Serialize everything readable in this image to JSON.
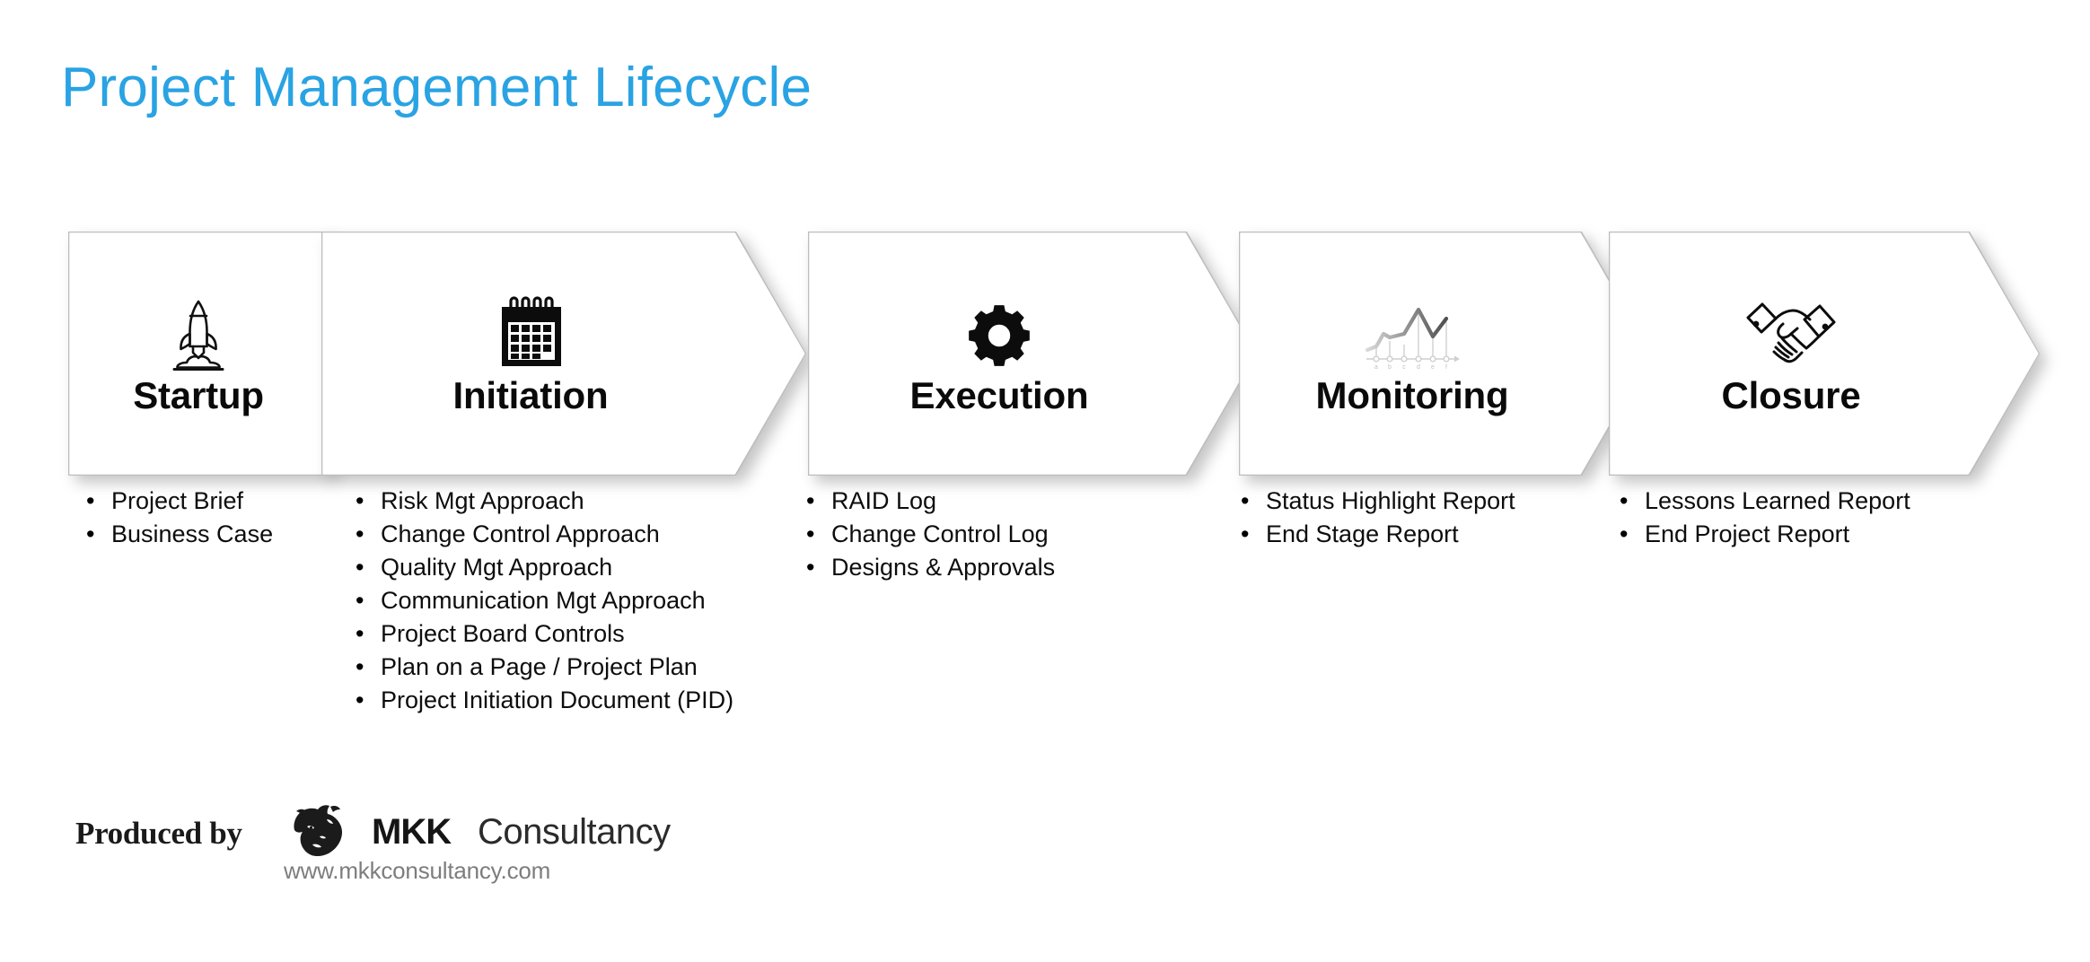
{
  "title": "Project Management Lifecycle",
  "theme": {
    "title_color": "#29a3e3",
    "chevron_fill": "#ffffff",
    "chevron_border": "#b8b8b8",
    "text_color": "#0d0d0d",
    "background": "#ffffff"
  },
  "stages": [
    {
      "label": "Startup",
      "icon": "rocket-launch-icon",
      "deliverables": [
        "Project Brief",
        "Business Case"
      ]
    },
    {
      "label": "Initiation",
      "icon": "calendar-icon",
      "deliverables": [
        "Risk Mgt Approach",
        "Change Control Approach",
        "Quality Mgt Approach",
        "Communication Mgt Approach",
        "Project Board Controls",
        "Plan on a Page / Project Plan",
        "Project Initiation Document (PID)"
      ]
    },
    {
      "label": "Execution",
      "icon": "gear-icon",
      "deliverables": [
        "RAID Log",
        "Change Control Log",
        "Designs & Approvals"
      ]
    },
    {
      "label": "Monitoring",
      "icon": "line-chart-icon",
      "deliverables": [
        "Status Highlight Report",
        "End Stage Report"
      ]
    },
    {
      "label": "Closure",
      "icon": "handshake-icon",
      "deliverables": [
        "Lessons Learned Report",
        "End Project Report"
      ]
    }
  ],
  "bullet_glyph": "•",
  "footer": {
    "produced_by": "Produced by",
    "brand_bold": "MKK",
    "brand_light": "Consultancy",
    "url": "www.mkkconsultancy.com",
    "lion_icon": "lion-head-icon"
  }
}
